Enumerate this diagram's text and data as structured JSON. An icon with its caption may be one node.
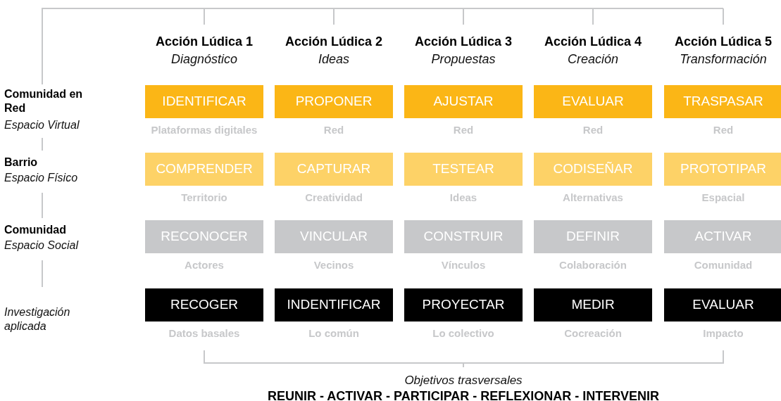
{
  "diagram": {
    "nodes": [
      {
        "text": [
          "IDENTIFICAR"
        ],
        "beside": [
          "Plataformas digitales"
        ]
      },
      {
        "text": [
          "PROPONER"
        ],
        "beside": [
          "Red"
        ]
      },
      {
        "text": [
          "AJUSTAR"
        ],
        "beside": [
          "Red"
        ]
      },
      {
        "text": [
          "EVALUAR"
        ],
        "beside": [
          "Red"
        ]
      },
      {
        "text": [
          "TRASPASAR"
        ],
        "beside": [
          "Red"
        ]
      },
      {
        "text": [
          "COMPRENDER"
        ],
        "beside": [
          "Territorio"
        ]
      },
      {
        "text": [
          "CAPTURAR"
        ],
        "beside": [
          "Creatividad"
        ]
      },
      {
        "text": [
          "TESTEAR"
        ],
        "beside": [
          "Ideas"
        ]
      },
      {
        "text": [
          "CODISEÑAR"
        ],
        "beside": [
          "Alternativas"
        ]
      },
      {
        "text": [
          "PROTOTIPAR"
        ],
        "beside": [
          "Espacial"
        ]
      },
      {
        "text": [
          "RECONOCER"
        ],
        "beside": [
          "Actores"
        ]
      },
      {
        "text": [
          "VINCULAR"
        ],
        "beside": [
          "Vecinos"
        ]
      },
      {
        "text": [
          "CONSTRUIR"
        ],
        "beside": [
          "Vínculos"
        ]
      },
      {
        "text": [
          "DEFINIR"
        ],
        "beside": [
          "Colaboración"
        ]
      },
      {
        "text": [
          "ACTIVAR"
        ],
        "beside": [
          "Comunidad"
        ]
      },
      {
        "text": [
          "RECOGER"
        ],
        "beside": [
          "Datos basales"
        ]
      },
      {
        "text": [
          "INDENTIFICAR"
        ],
        "beside": [
          "Lo común"
        ]
      },
      {
        "text": [
          "PROYECTAR"
        ],
        "beside": [
          "Lo colectivo"
        ]
      },
      {
        "text": [
          "MEDIR"
        ],
        "beside": [
          "Cocreación"
        ]
      },
      {
        "text": [
          "EVALUAR"
        ],
        "beside": [
          "Impacto"
        ]
      }
    ],
    "edges": [],
    "labels": [
      "Acción Lúdica 1",
      "Diagnóstico",
      "Acción Lúdica 2",
      "Ideas",
      "Acción Lúdica 3",
      "Propuestas",
      "Acción Lúdica 4",
      "Creación",
      "Acción Lúdica 5",
      "Transformación",
      "Comunidad en Red",
      "Espacio Virtual",
      "Barrio",
      "Espacio Físico",
      "Comunidad",
      "Espacio Social",
      "Investigación aplicada",
      "Objetivos trasversales",
      "REUNIR - ACTIVAR - PARTICIPAR - REFLEXIONAR - INTERVENIR"
    ]
  }
}
